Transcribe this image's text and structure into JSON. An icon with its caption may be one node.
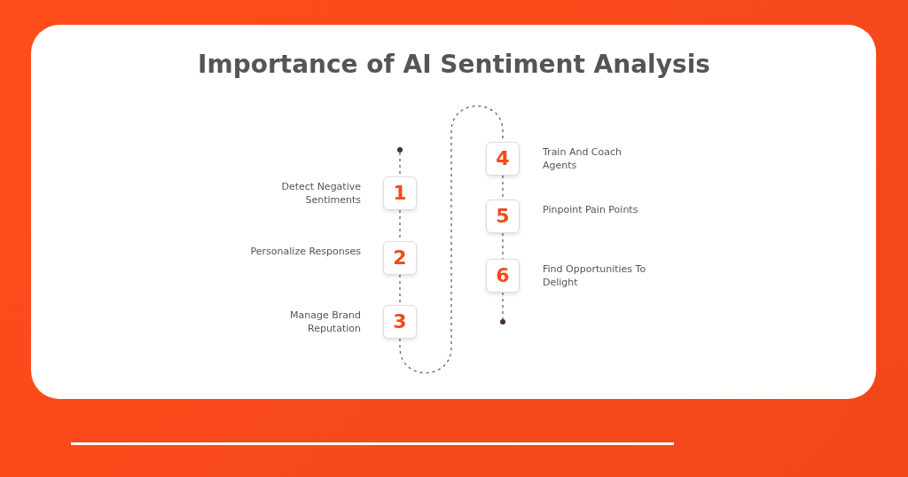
{
  "diagram": {
    "title": "Importance of AI Sentiment Analysis",
    "nodes": [
      {
        "text": [],
        "shape": "circle"
      },
      {
        "text": [
          "1"
        ],
        "beside": [
          "Detect Negative Sentiments"
        ]
      },
      {
        "text": [
          "2"
        ],
        "beside": [
          "Personalize Responses"
        ]
      },
      {
        "text": [
          "3"
        ],
        "beside": [
          "Manage Brand Reputation"
        ]
      },
      {
        "text": [
          "4"
        ],
        "beside": [
          "Train And Coach Agents"
        ]
      },
      {
        "text": [
          "5"
        ],
        "beside": [
          "Pinpoint Pain Points"
        ]
      },
      {
        "text": [
          "6"
        ],
        "beside": [
          "Find Opportunities To Delight"
        ]
      },
      {
        "text": [],
        "shape": "circle"
      }
    ],
    "edges": [
      {
        "from": 0,
        "to": 1,
        "arrow": "none",
        "style": "dashed"
      },
      {
        "from": 1,
        "to": 2,
        "arrow": "none",
        "style": "dashed"
      },
      {
        "from": 2,
        "to": 3,
        "arrow": "none",
        "style": "dashed"
      },
      {
        "from": 3,
        "to": 4,
        "arrow": "none",
        "style": "dashed"
      },
      {
        "from": 4,
        "to": 5,
        "arrow": "none",
        "style": "dashed"
      },
      {
        "from": 5,
        "to": 6,
        "arrow": "none",
        "style": "dashed"
      },
      {
        "from": 6,
        "to": 7,
        "arrow": "none",
        "style": "dashed"
      }
    ]
  }
}
